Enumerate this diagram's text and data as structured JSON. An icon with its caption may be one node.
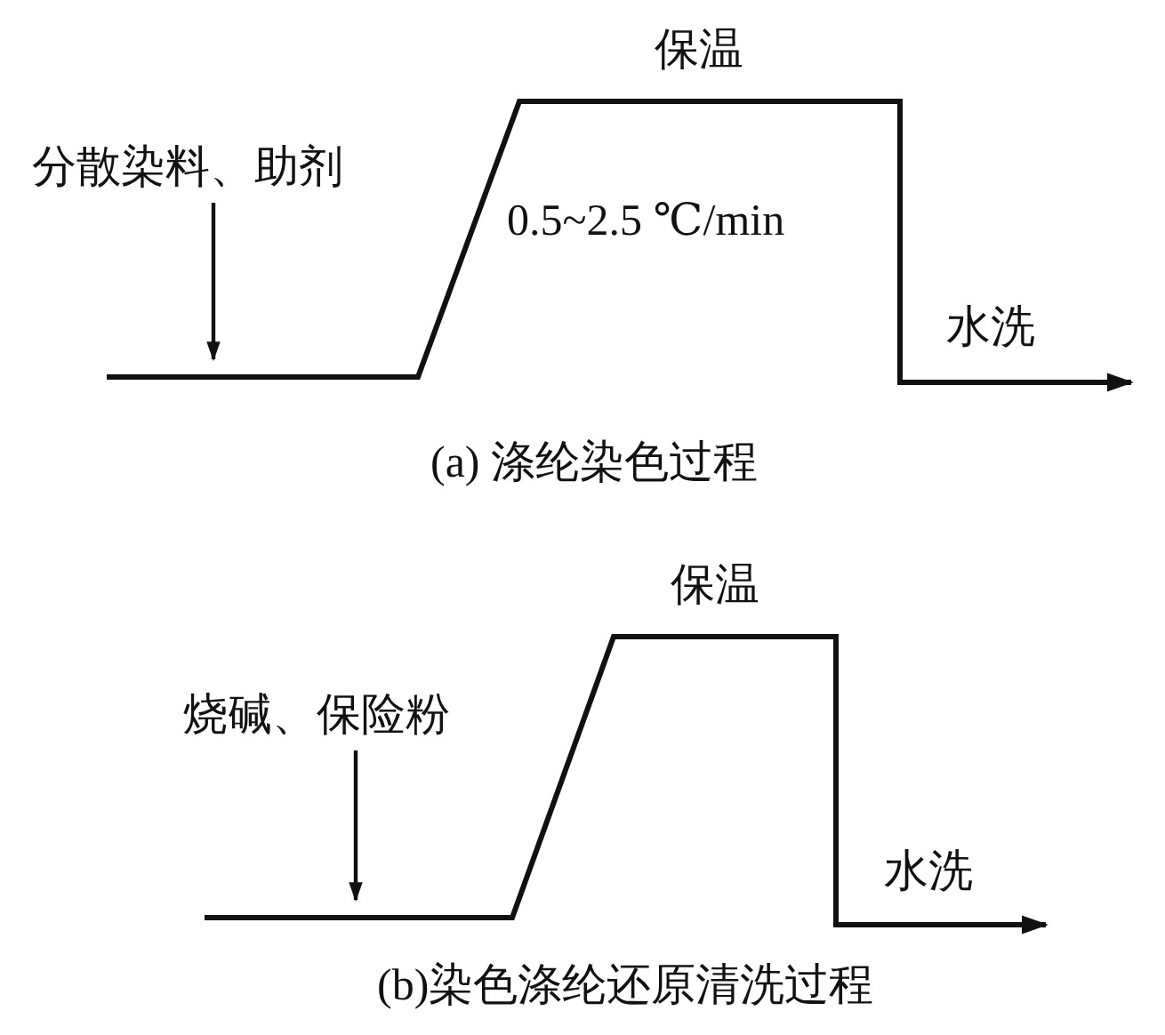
{
  "diagram": {
    "nodes": [
      {
        "text": [
          "分散染料、助剂"
        ]
      },
      {
        "text": [
          "烧碱、保险粉"
        ]
      }
    ],
    "edges": [
      {
        "from": 0,
        "to": null,
        "arrow": "to"
      },
      {
        "from": 1,
        "to": null,
        "arrow": "to"
      }
    ],
    "labels": [
      "保温",
      "0.5~2.5 ℃/min",
      "水洗",
      "(a) 涤纶染色过程",
      "保温",
      "水洗",
      "(b)染色涤纶还原清洗过程"
    ]
  }
}
